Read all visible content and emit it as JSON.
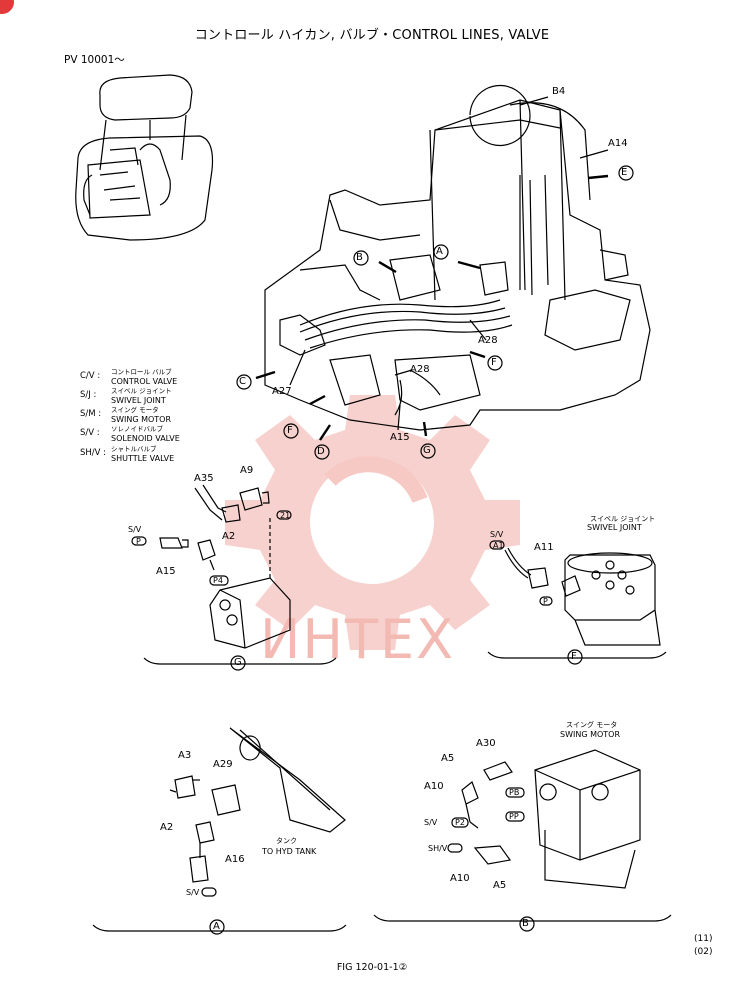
{
  "title": "コントロール ハイカン, バルブ・CONTROL LINES, VALVE",
  "serial": "PV 10001～",
  "legend": [
    {
      "code": "C/V :",
      "jp": "コントロール バルブ",
      "en": "CONTROL VALVE"
    },
    {
      "code": "S/J :",
      "jp": "スイベル ジョイント",
      "en": "SWIVEL JOINT"
    },
    {
      "code": "S/M :",
      "jp": "スイング モータ",
      "en": "SWING MOTOR"
    },
    {
      "code": "S/V :",
      "jp": "ソレノイドバルブ",
      "en": "SOLENOID VALVE"
    },
    {
      "code": "SH/V :",
      "jp": "シャトルバルブ",
      "en": "SHUTTLE VALVE"
    }
  ],
  "main_labels": {
    "b4": "B4",
    "a14": "A14",
    "a28_top": "A28",
    "a28_mid": "A28",
    "a27": "A27",
    "a15": "A15"
  },
  "view_letters": {
    "a": "A",
    "b": "B",
    "c": "C",
    "d": "D",
    "e": "E",
    "f": "F",
    "g": "G"
  },
  "detail_g": {
    "a35": "A35",
    "a9": "A9",
    "a2": "A2",
    "a15": "A15",
    "sv": "S/V",
    "p": "P",
    "p4": "P4",
    "code21": "21",
    "letter": "G"
  },
  "detail_f": {
    "jp": "スイベル ジョイント",
    "en": "SWIVEL JOINT",
    "sv": "S/V",
    "a1": "A1",
    "a11": "A11",
    "p": "P",
    "letter": "F"
  },
  "detail_a": {
    "a3": "A3",
    "a29": "A29",
    "a2": "A2",
    "a16": "A16",
    "tank_jp": "タンク",
    "tank_en": "TO HYD TANK",
    "sv": "S/V",
    "letter": "A"
  },
  "detail_b": {
    "jp": "スイング モータ",
    "en": "SWING MOTOR",
    "a30": "A30",
    "a5_top": "A5",
    "a10_top": "A10",
    "sv": "S/V",
    "p2": "P2",
    "pb": "PB",
    "pp": "PP",
    "shv": "SH/V",
    "a10_bottom": "A10",
    "a5_bottom": "A5",
    "letter": "B"
  },
  "page_code": [
    "(11)",
    "(02)"
  ],
  "figure": "FIG 120-01-1②",
  "watermark": "ИНТЕХ",
  "colors": {
    "line": "#000000",
    "watermark": "#f3b9b3"
  }
}
